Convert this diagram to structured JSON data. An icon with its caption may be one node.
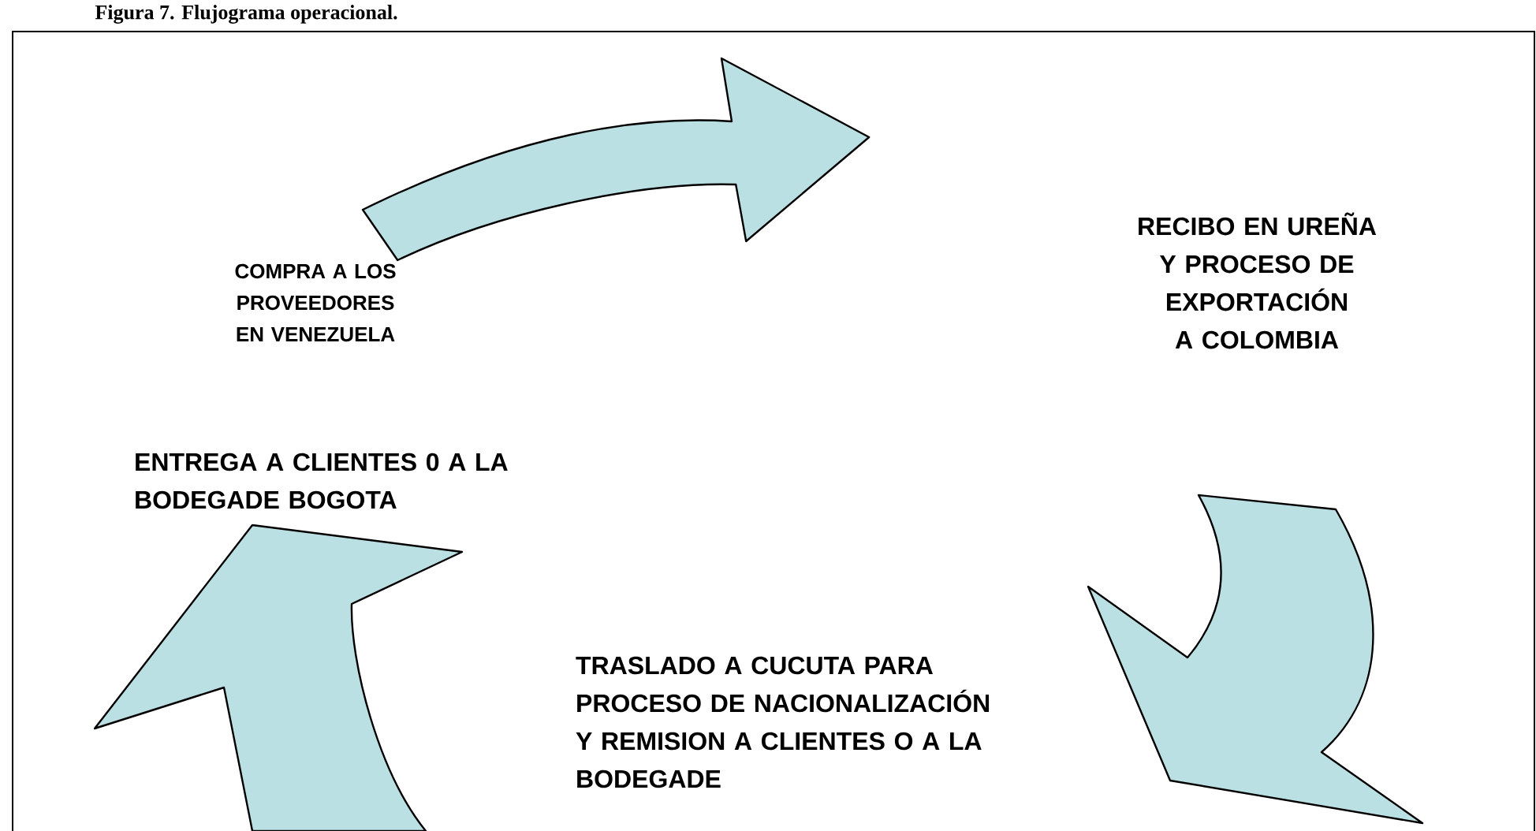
{
  "diagram": {
    "title": "Figura 7. Flujograma operacional.",
    "nodes": [
      {
        "text": [
          "COMPRA A LOS PROVEEDORES EN VENEZUELA"
        ]
      },
      {
        "text": [
          "RECIBO EN UREÑA Y PROCESO DE EXPORTACIÓN A COLOMBIA"
        ]
      },
      {
        "text": [
          "TRASLADO A CUCUTA PARA PROCESO DE NACIONALIZACIÓN  Y REMISION A CLIENTES O A LA BODEGADE"
        ]
      },
      {
        "text": [
          "ENTREGA A CLIENTES 0 A LA BODEGADE BOGOTA"
        ]
      }
    ],
    "edges": [
      {
        "from": 0,
        "to": 1,
        "arrow": "to"
      },
      {
        "from": 1,
        "to": 2,
        "arrow": "to"
      },
      {
        "from": 2,
        "to": 3,
        "arrow": "to"
      }
    ]
  }
}
